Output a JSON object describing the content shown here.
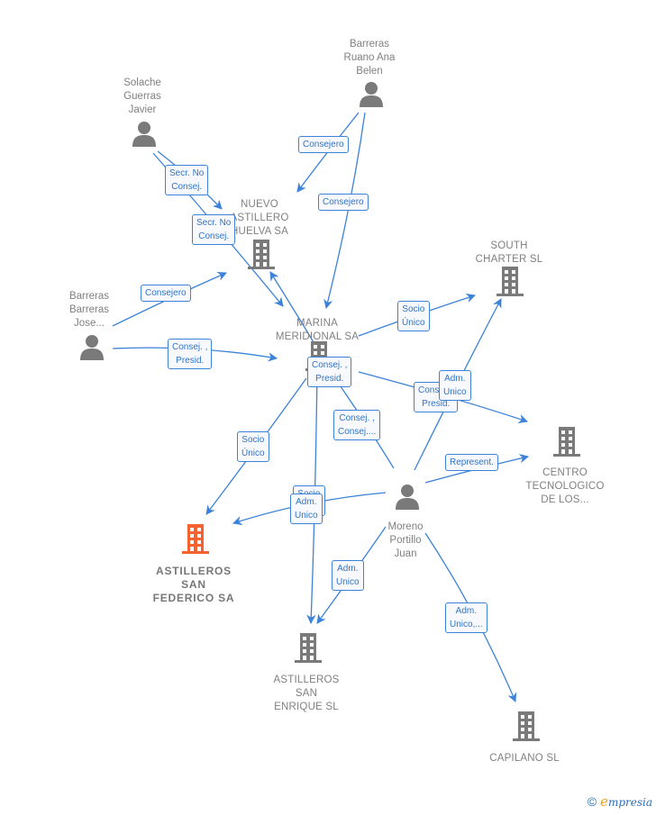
{
  "colors": {
    "edge": "#3b82d8",
    "node": "#7a7a7a",
    "highlight": "#f4622f",
    "label_text": "#2f74c9"
  },
  "nodes": [
    {
      "id": "barreras_ruano",
      "type": "person",
      "label": "Barreras\nRuano Ana\nBelen"
    },
    {
      "id": "solache",
      "type": "person",
      "label": "Solache\nGuerras\nJavier"
    },
    {
      "id": "nuevo_astillero",
      "type": "company",
      "label": "NUEVO\nASTILLERO\nHUELVA SA"
    },
    {
      "id": "south_charter",
      "type": "company",
      "label": "SOUTH\nCHARTER  SL"
    },
    {
      "id": "barreras_jose",
      "type": "person",
      "label": "Barreras\nBarreras\nJose..."
    },
    {
      "id": "marina",
      "type": "company",
      "label": "MARINA\nMERIDIONAL SA"
    },
    {
      "id": "centro",
      "type": "company",
      "label": "CENTRO\nTECNOLOGICO\nDE LOS..."
    },
    {
      "id": "moreno",
      "type": "person",
      "label": "Moreno\nPortillo\nJuan"
    },
    {
      "id": "san_federico",
      "type": "company-highlight",
      "label": "ASTILLEROS\nSAN\nFEDERICO SA"
    },
    {
      "id": "san_enrique",
      "type": "company",
      "label": "ASTILLEROS\nSAN\nENRIQUE  SL"
    },
    {
      "id": "capilano",
      "type": "company",
      "label": "CAPILANO  SL"
    }
  ],
  "edges": [
    {
      "from": "barreras_ruano",
      "to": "nuevo_astillero",
      "label": "Consejero"
    },
    {
      "from": "barreras_ruano",
      "to": "marina",
      "label": "Consejero"
    },
    {
      "from": "solache",
      "to": "nuevo_astillero",
      "label": "Secr.  No\nConsej."
    },
    {
      "from": "solache",
      "to": "marina",
      "label": "Secr.  No\nConsej."
    },
    {
      "from": "barreras_jose",
      "to": "nuevo_astillero",
      "label": "Consejero"
    },
    {
      "from": "barreras_jose",
      "to": "marina",
      "label": "Consej. ,\nPresid."
    },
    {
      "from": "marina",
      "to": "south_charter",
      "label": "Socio\nÚnico"
    },
    {
      "from": "marina",
      "to": "nuevo_astillero",
      "label": "Consej. ,\nPresid."
    },
    {
      "from": "marina",
      "to": "centro",
      "label": "Consej. ,\nPresid."
    },
    {
      "from": "marina",
      "to": "san_federico",
      "label": "Socio\nÚnico"
    },
    {
      "from": "marina",
      "to": "san_enrique",
      "label": "Socio\nÚnico"
    },
    {
      "from": "moreno",
      "to": "marina",
      "label": "Consej. ,\nConsej...."
    },
    {
      "from": "moreno",
      "to": "south_charter",
      "label": "Adm.\nUnico"
    },
    {
      "from": "moreno",
      "to": "centro",
      "label": "Represent."
    },
    {
      "from": "moreno",
      "to": "san_federico",
      "label": "Adm.\nUnico"
    },
    {
      "from": "moreno",
      "to": "san_enrique",
      "label": "Adm.\nUnico"
    },
    {
      "from": "moreno",
      "to": "capilano",
      "label": "Adm.\nUnico,..."
    }
  ],
  "footer": {
    "copyright": "©",
    "brand_initial": "e",
    "brand_rest": "mpresia"
  }
}
